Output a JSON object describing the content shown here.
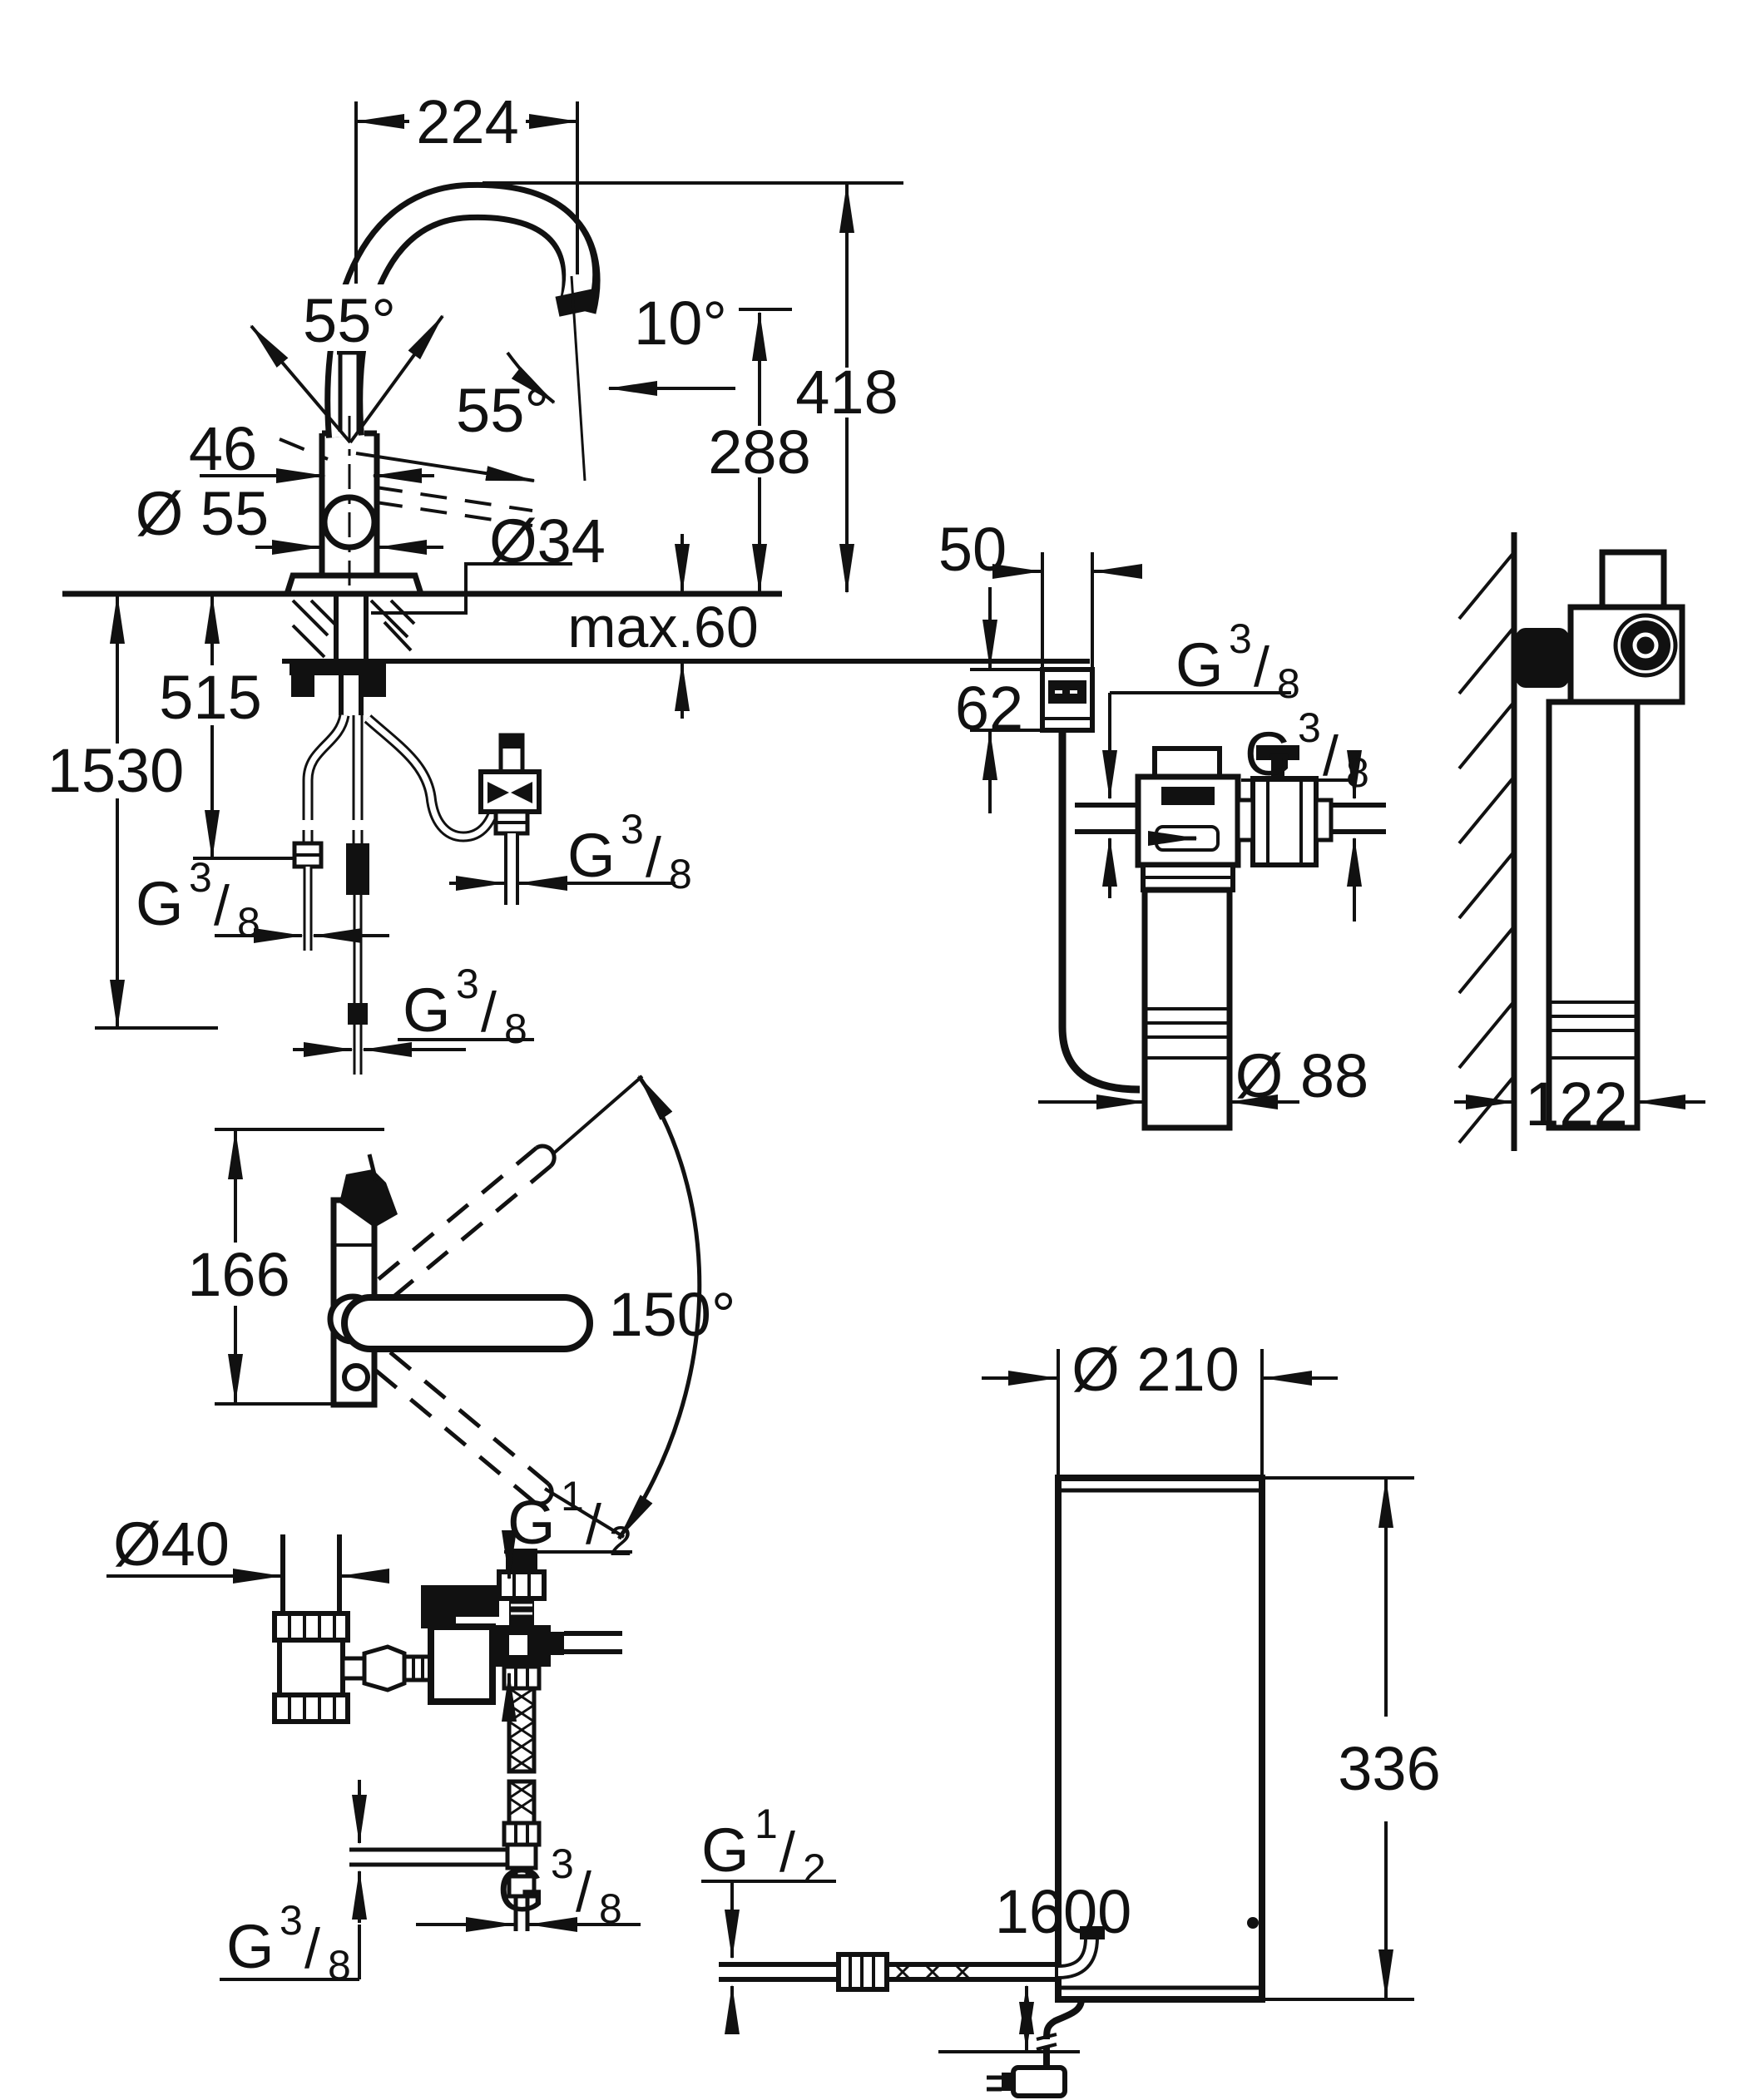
{
  "figures": {
    "faucet_front": {
      "spout_width": "224",
      "total_height": "418",
      "outlet_height": "288",
      "outlet_angle": "10°",
      "handle_angle_back": "55°",
      "handle_angle_front": "55°",
      "handle_width": "46",
      "body_diameter": "Ø 55",
      "shank_diameter": "Ø34",
      "counter_thickness_max": "max.60",
      "length_to_filter_hose": "515",
      "total_hose_length": "1530"
    },
    "swivel_top_view": {
      "body_depth": "166",
      "swivel_angle": "150°"
    },
    "filter_unit": {
      "control_box_width": "50",
      "control_box_height": "62",
      "cartridge_diameter": "Ø 88",
      "wall_clearance": "122"
    },
    "drain_connection": {
      "trap_diameter": "Ø40"
    },
    "boiler": {
      "diameter": "Ø 210",
      "height": "336",
      "cable_length": "1600"
    },
    "threads": {
      "g38": {
        "g": "G",
        "sup": "3",
        "slash": "/",
        "sub": "8"
      },
      "g12": {
        "g": "G",
        "sup": "1",
        "slash": "/",
        "sub": "2"
      }
    }
  },
  "colors": {
    "ink": "#111111",
    "background": "#ffffff"
  }
}
